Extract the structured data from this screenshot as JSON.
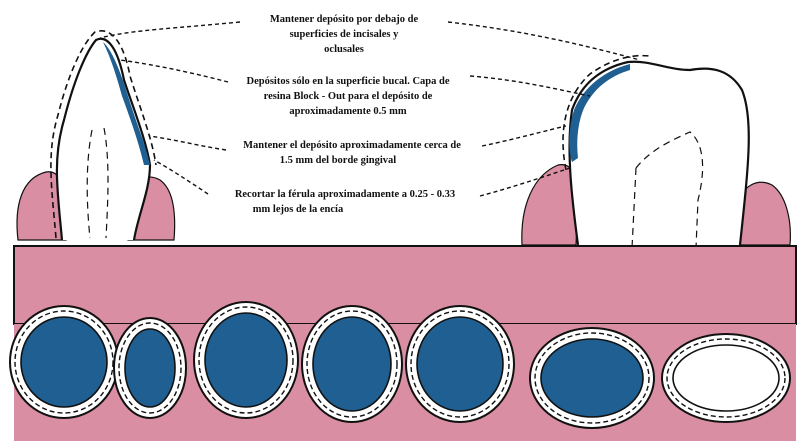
{
  "annotations": [
    {
      "id": "deposit-incisal-occlusal",
      "lines": [
        "Mantener depósito por debajo de",
        "superficies de incisales y",
        "oclusales"
      ]
    },
    {
      "id": "deposit-buccal-only",
      "lines": [
        "Depósitos sólo en la superficie bucal. Capa de",
        "resina Block - Out para el depósito de",
        "aproximadamente 0.5 mm"
      ]
    },
    {
      "id": "deposit-gingival-margin",
      "lines": [
        "Mantener el depósito aproximadamente cerca de",
        "1.5 mm del borde gingival"
      ]
    },
    {
      "id": "trim-splint",
      "lines": [
        "Recortar la  férula aproximadamente a 0.25 - 0.33",
        "mm lejos de la encía"
      ]
    }
  ],
  "colors": {
    "gum": "#d98ea3",
    "deposit": "#1f5f92",
    "outline": "#111111",
    "tooth": "#ffffff"
  }
}
